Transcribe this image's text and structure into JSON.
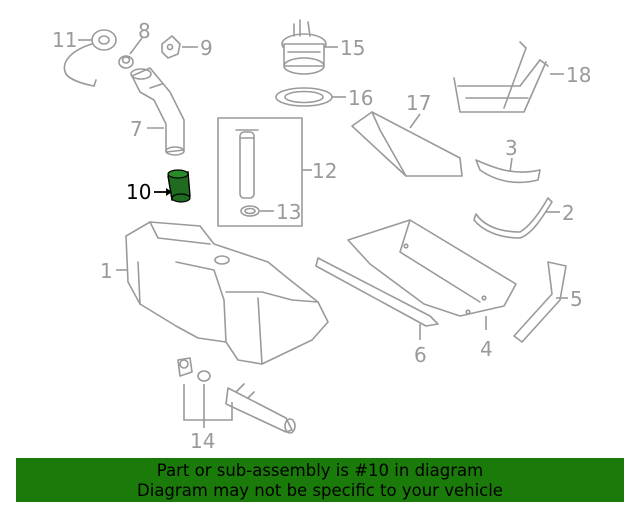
{
  "callouts": {
    "c1": "1",
    "c2": "2",
    "c3": "3",
    "c4": "4",
    "c5": "5",
    "c6": "6",
    "c7": "7",
    "c8": "8",
    "c9": "9",
    "c10": "10",
    "c11": "11",
    "c12": "12",
    "c13": "13",
    "c14": "14",
    "c15": "15",
    "c16": "16",
    "c17": "17",
    "c18": "18"
  },
  "highlight": {
    "part": "10",
    "color": "#1f6b1f"
  },
  "banner": {
    "line1": "Part or sub-assembly is #10 in diagram",
    "line2": "Diagram may not be specific to your vehicle",
    "color": "#1a7a0a"
  }
}
